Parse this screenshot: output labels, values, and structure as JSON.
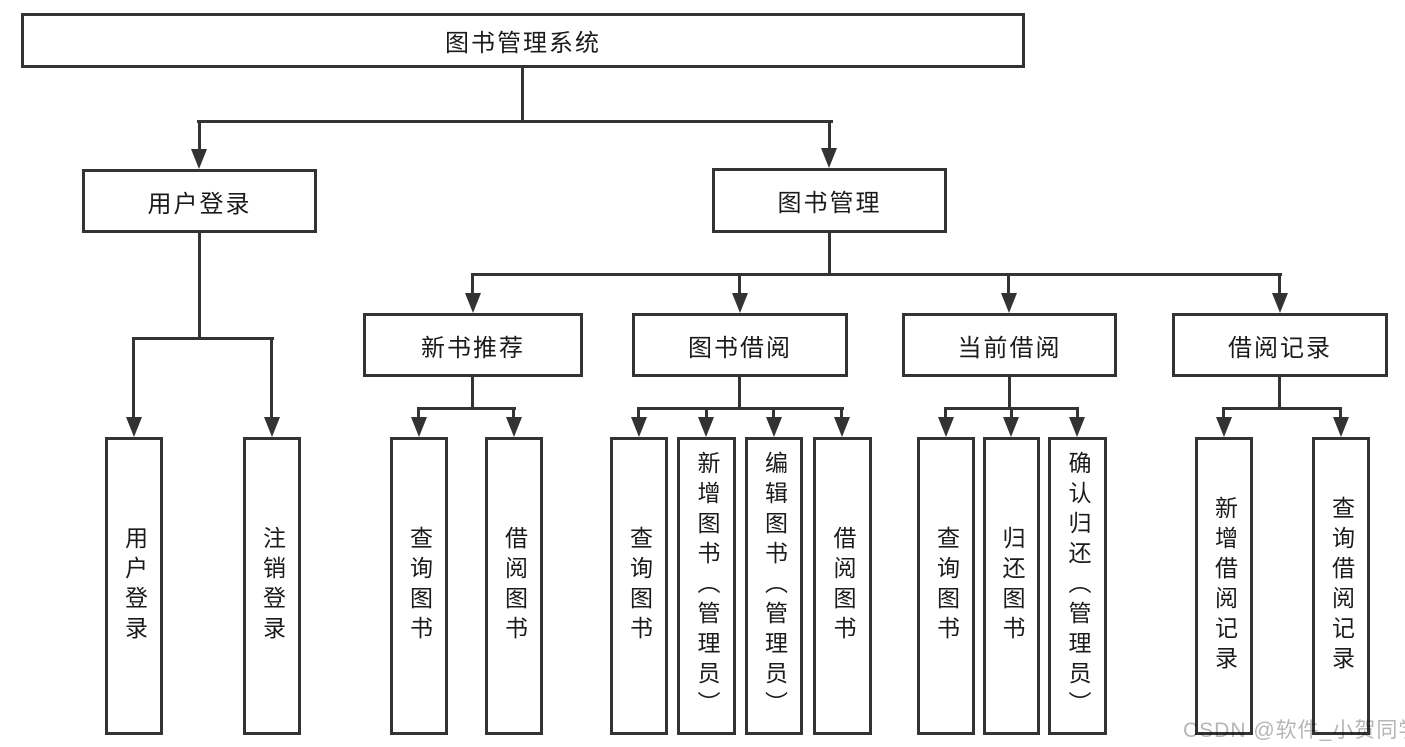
{
  "diagram": {
    "watermark": "CSDN @软件_小贺同学",
    "colors": {
      "line": "#333333",
      "box_border": "#333333",
      "box_fill": "#ffffff",
      "text": "#1b1b1b",
      "watermark": "#b6b6b6",
      "background": "#ffffff"
    },
    "tree": {
      "label": "图书管理系统",
      "children": [
        {
          "label": "用户登录",
          "children": [
            {
              "label": "用户登录"
            },
            {
              "label": "注销登录"
            }
          ]
        },
        {
          "label": "图书管理",
          "children": [
            {
              "label": "新书推荐",
              "children": [
                {
                  "label": "查询图书"
                },
                {
                  "label": "借阅图书"
                }
              ]
            },
            {
              "label": "图书借阅",
              "children": [
                {
                  "label": "查询图书"
                },
                {
                  "label": "新增图书（管理员）"
                },
                {
                  "label": "编辑图书（管理员）"
                },
                {
                  "label": "借阅图书"
                }
              ]
            },
            {
              "label": "当前借阅",
              "children": [
                {
                  "label": "查询图书"
                },
                {
                  "label": "归还图书"
                },
                {
                  "label": "确认归还（管理员）"
                }
              ]
            },
            {
              "label": "借阅记录",
              "children": [
                {
                  "label": "新增借阅记录"
                },
                {
                  "label": "查询借阅记录"
                }
              ]
            }
          ]
        }
      ]
    }
  }
}
